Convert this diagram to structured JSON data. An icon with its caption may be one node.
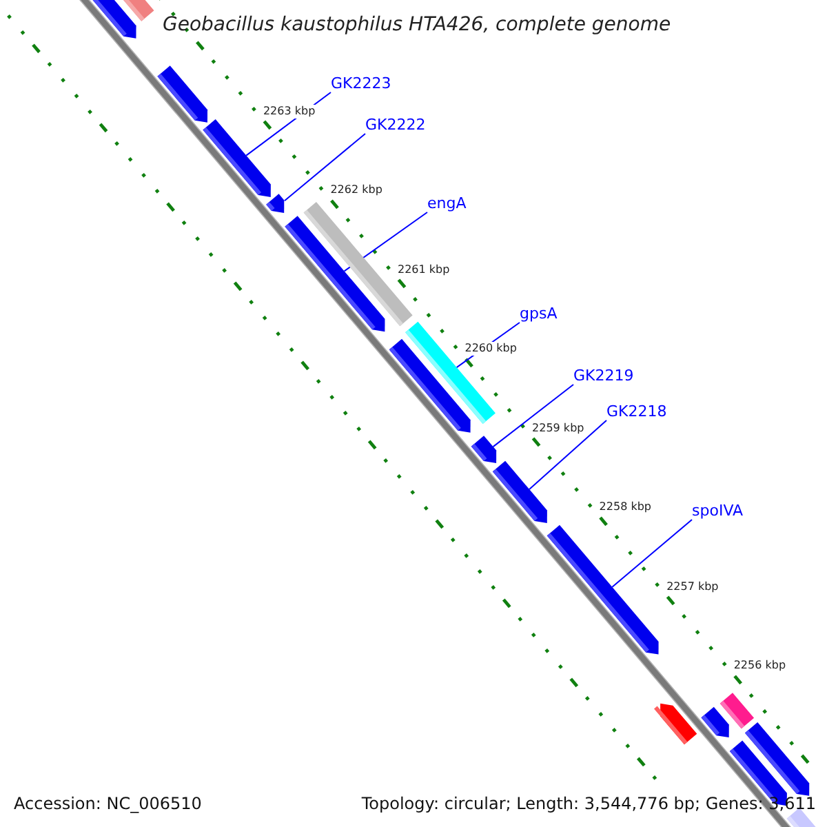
{
  "diagram": {
    "title": "Geobacillus kaustophilus HTA426, complete genome",
    "nodes": [
      {
        "text": [
          "GK2223"
        ]
      },
      {
        "text": [
          "GK2222"
        ]
      },
      {
        "text": [
          "engA"
        ]
      },
      {
        "text": [
          "gpsA"
        ]
      },
      {
        "text": [
          "GK2219"
        ]
      },
      {
        "text": [
          "GK2218"
        ]
      },
      {
        "text": [
          "spoIVA"
        ]
      },
      {
        "text": [],
        "shape": "bar"
      },
      {
        "text": [],
        "shape": "bar"
      },
      {
        "text": [],
        "shape": "bar"
      },
      {
        "text": [],
        "shape": "bar"
      },
      {
        "text": [],
        "shape": "bar"
      },
      {
        "text": [],
        "shape": "bar"
      },
      {
        "text": [],
        "shape": "bar"
      },
      {
        "text": [],
        "shape": "bar"
      },
      {
        "text": [],
        "shape": "bar"
      },
      {
        "text": [],
        "shape": "bar"
      },
      {
        "text": [],
        "shape": "bar"
      },
      {
        "text": [],
        "shape": "bar"
      },
      {
        "text": [],
        "shape": "bar"
      },
      {
        "text": [],
        "shape": "bar"
      },
      {
        "text": [],
        "shape": "bar"
      },
      {
        "text": [],
        "shape": "bar"
      },
      {
        "text": [],
        "shape": "bar"
      },
      {
        "text": [],
        "shape": "bar"
      }
    ],
    "edges": [
      {
        "from": 0,
        "to": 7,
        "arrow": "none"
      },
      {
        "from": 1,
        "to": 8,
        "arrow": "none"
      },
      {
        "from": 2,
        "to": 9,
        "arrow": "none"
      },
      {
        "from": 3,
        "to": 10,
        "arrow": "none"
      },
      {
        "from": 4,
        "to": 11,
        "arrow": "none"
      },
      {
        "from": 5,
        "to": 12,
        "arrow": "none"
      },
      {
        "from": 6,
        "to": 13,
        "arrow": "none"
      }
    ],
    "labels": [
      "2263 kbp",
      "2262 kbp",
      "2261 kbp",
      "2260 kbp",
      "2259 kbp",
      "2258 kbp",
      "2257 kbp",
      "2256 kbp",
      "Accession: NC_006510",
      "Topology: circular; Length: 3,544,776 bp; Genes: 3,611"
    ]
  }
}
